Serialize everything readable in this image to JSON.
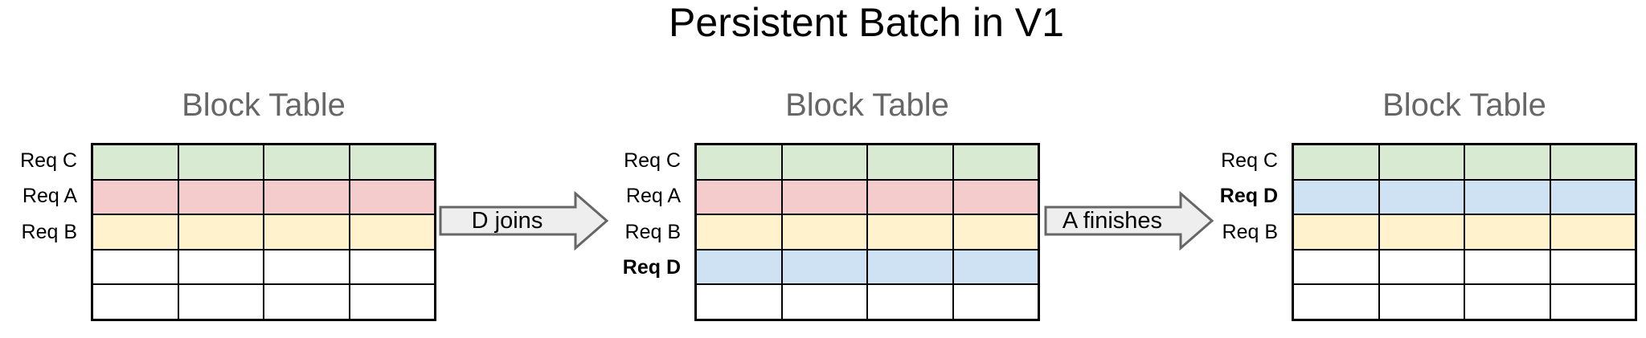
{
  "title": "Persistent Batch in V1",
  "colors": {
    "green": "#d9ead3",
    "red": "#f4cccc",
    "yellow": "#fff2cc",
    "blue": "#cfe2f3",
    "white": "#ffffff",
    "grid_line": "#000000",
    "heading_text": "#666666",
    "arrow_fill": "#eeeeee",
    "arrow_border": "#666666"
  },
  "panels": [
    {
      "title": "Block Table",
      "columns": 4,
      "rows": [
        {
          "label": "Req C",
          "bold": false,
          "color": "green"
        },
        {
          "label": "Req A",
          "bold": false,
          "color": "red"
        },
        {
          "label": "Req B",
          "bold": false,
          "color": "yellow"
        },
        {
          "label": "",
          "bold": false,
          "color": "white"
        },
        {
          "label": "",
          "bold": false,
          "color": "white"
        }
      ]
    },
    {
      "title": "Block Table",
      "columns": 4,
      "rows": [
        {
          "label": "Req C",
          "bold": false,
          "color": "green"
        },
        {
          "label": "Req A",
          "bold": false,
          "color": "red"
        },
        {
          "label": "Req B",
          "bold": false,
          "color": "yellow"
        },
        {
          "label": "Req D",
          "bold": true,
          "color": "blue"
        },
        {
          "label": "",
          "bold": false,
          "color": "white"
        }
      ]
    },
    {
      "title": "Block Table",
      "columns": 4,
      "rows": [
        {
          "label": "Req C",
          "bold": false,
          "color": "green"
        },
        {
          "label": "Req D",
          "bold": true,
          "color": "blue"
        },
        {
          "label": "Req B",
          "bold": false,
          "color": "yellow"
        },
        {
          "label": "",
          "bold": false,
          "color": "white"
        },
        {
          "label": "",
          "bold": false,
          "color": "white"
        }
      ]
    }
  ],
  "arrows": [
    {
      "label": "D joins"
    },
    {
      "label": "A finishes"
    }
  ]
}
